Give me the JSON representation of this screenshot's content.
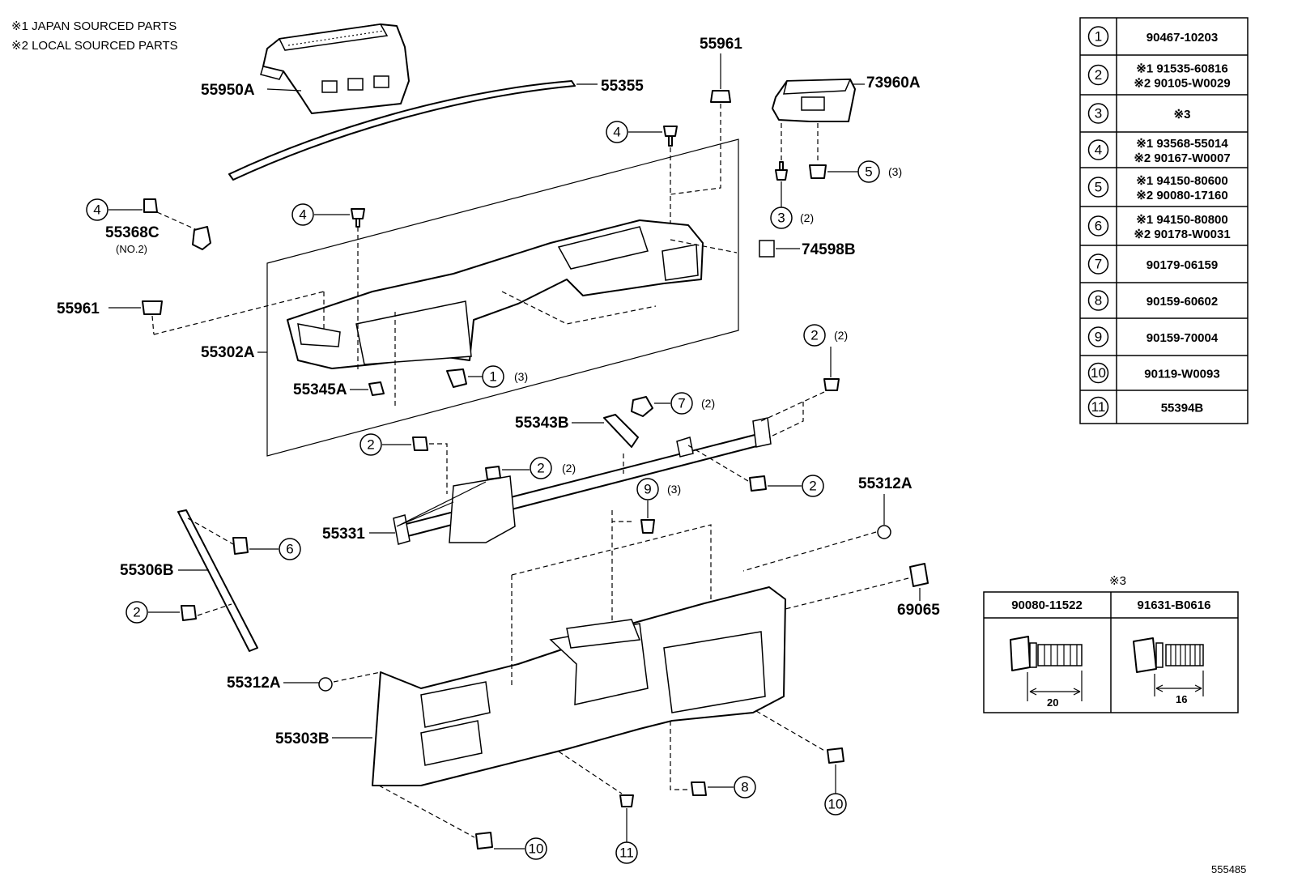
{
  "notes": [
    "※1 JAPAN SOURCED PARTS",
    "※2 LOCAL SOURCED PARTS"
  ],
  "labels": {
    "p55950A": "55950A",
    "p55355": "55355",
    "p55961_top": "55961",
    "p73960A": "73960A",
    "p55368C": "55368C",
    "p55368C_sub": "(NO.2)",
    "p74598B": "74598B",
    "p55961_left": "55961",
    "p55302A": "55302A",
    "p55345A": "55345A",
    "p55343B": "55343B",
    "p55331": "55331",
    "p55306B": "55306B",
    "p55312A_right": "55312A",
    "p69065": "69065",
    "p55312A_left": "55312A",
    "p55303B": "55303B",
    "diagram_id": "555485"
  },
  "callouts": {
    "c4_top": "4",
    "c4_mid": "4",
    "c4_left": "4",
    "c5": "5",
    "c5_qty": "(3)",
    "c3": "3",
    "c3_qty": "(2)",
    "c1": "1",
    "c1_qty": "(3)",
    "c2_right_top": "2",
    "c2_right_top_qty": "(2)",
    "c7": "7",
    "c7_qty": "(2)",
    "c2_left": "2",
    "c2_mid": "2",
    "c2_mid_qty": "(2)",
    "c2_right": "2",
    "c9": "9",
    "c9_qty": "(3)",
    "c6": "6",
    "c2_brace": "2",
    "c8": "8",
    "c10_left": "10",
    "c10_right": "10",
    "c11": "11"
  },
  "parts_table": [
    {
      "num": "1",
      "lines": [
        "90467-10203"
      ]
    },
    {
      "num": "2",
      "lines": [
        "※1 91535-60816",
        "※2 90105-W0029"
      ]
    },
    {
      "num": "3",
      "lines": [
        "※3"
      ]
    },
    {
      "num": "4",
      "lines": [
        "※1 93568-55014",
        "※2 90167-W0007"
      ]
    },
    {
      "num": "5",
      "lines": [
        "※1 94150-80600",
        "※2 90080-17160"
      ]
    },
    {
      "num": "6",
      "lines": [
        "※1 94150-80800",
        "※2 90178-W0031"
      ]
    },
    {
      "num": "7",
      "lines": [
        "90179-06159"
      ]
    },
    {
      "num": "8",
      "lines": [
        "90159-60602"
      ]
    },
    {
      "num": "9",
      "lines": [
        "90159-70004"
      ]
    },
    {
      "num": "10",
      "lines": [
        "90119-W0093"
      ]
    },
    {
      "num": "11",
      "lines": [
        "55394B"
      ]
    }
  ],
  "note3_table": {
    "title": "※3",
    "columns": [
      {
        "part": "90080-11522",
        "dim": "20"
      },
      {
        "part": "91631-B0616",
        "dim": "16"
      }
    ]
  }
}
